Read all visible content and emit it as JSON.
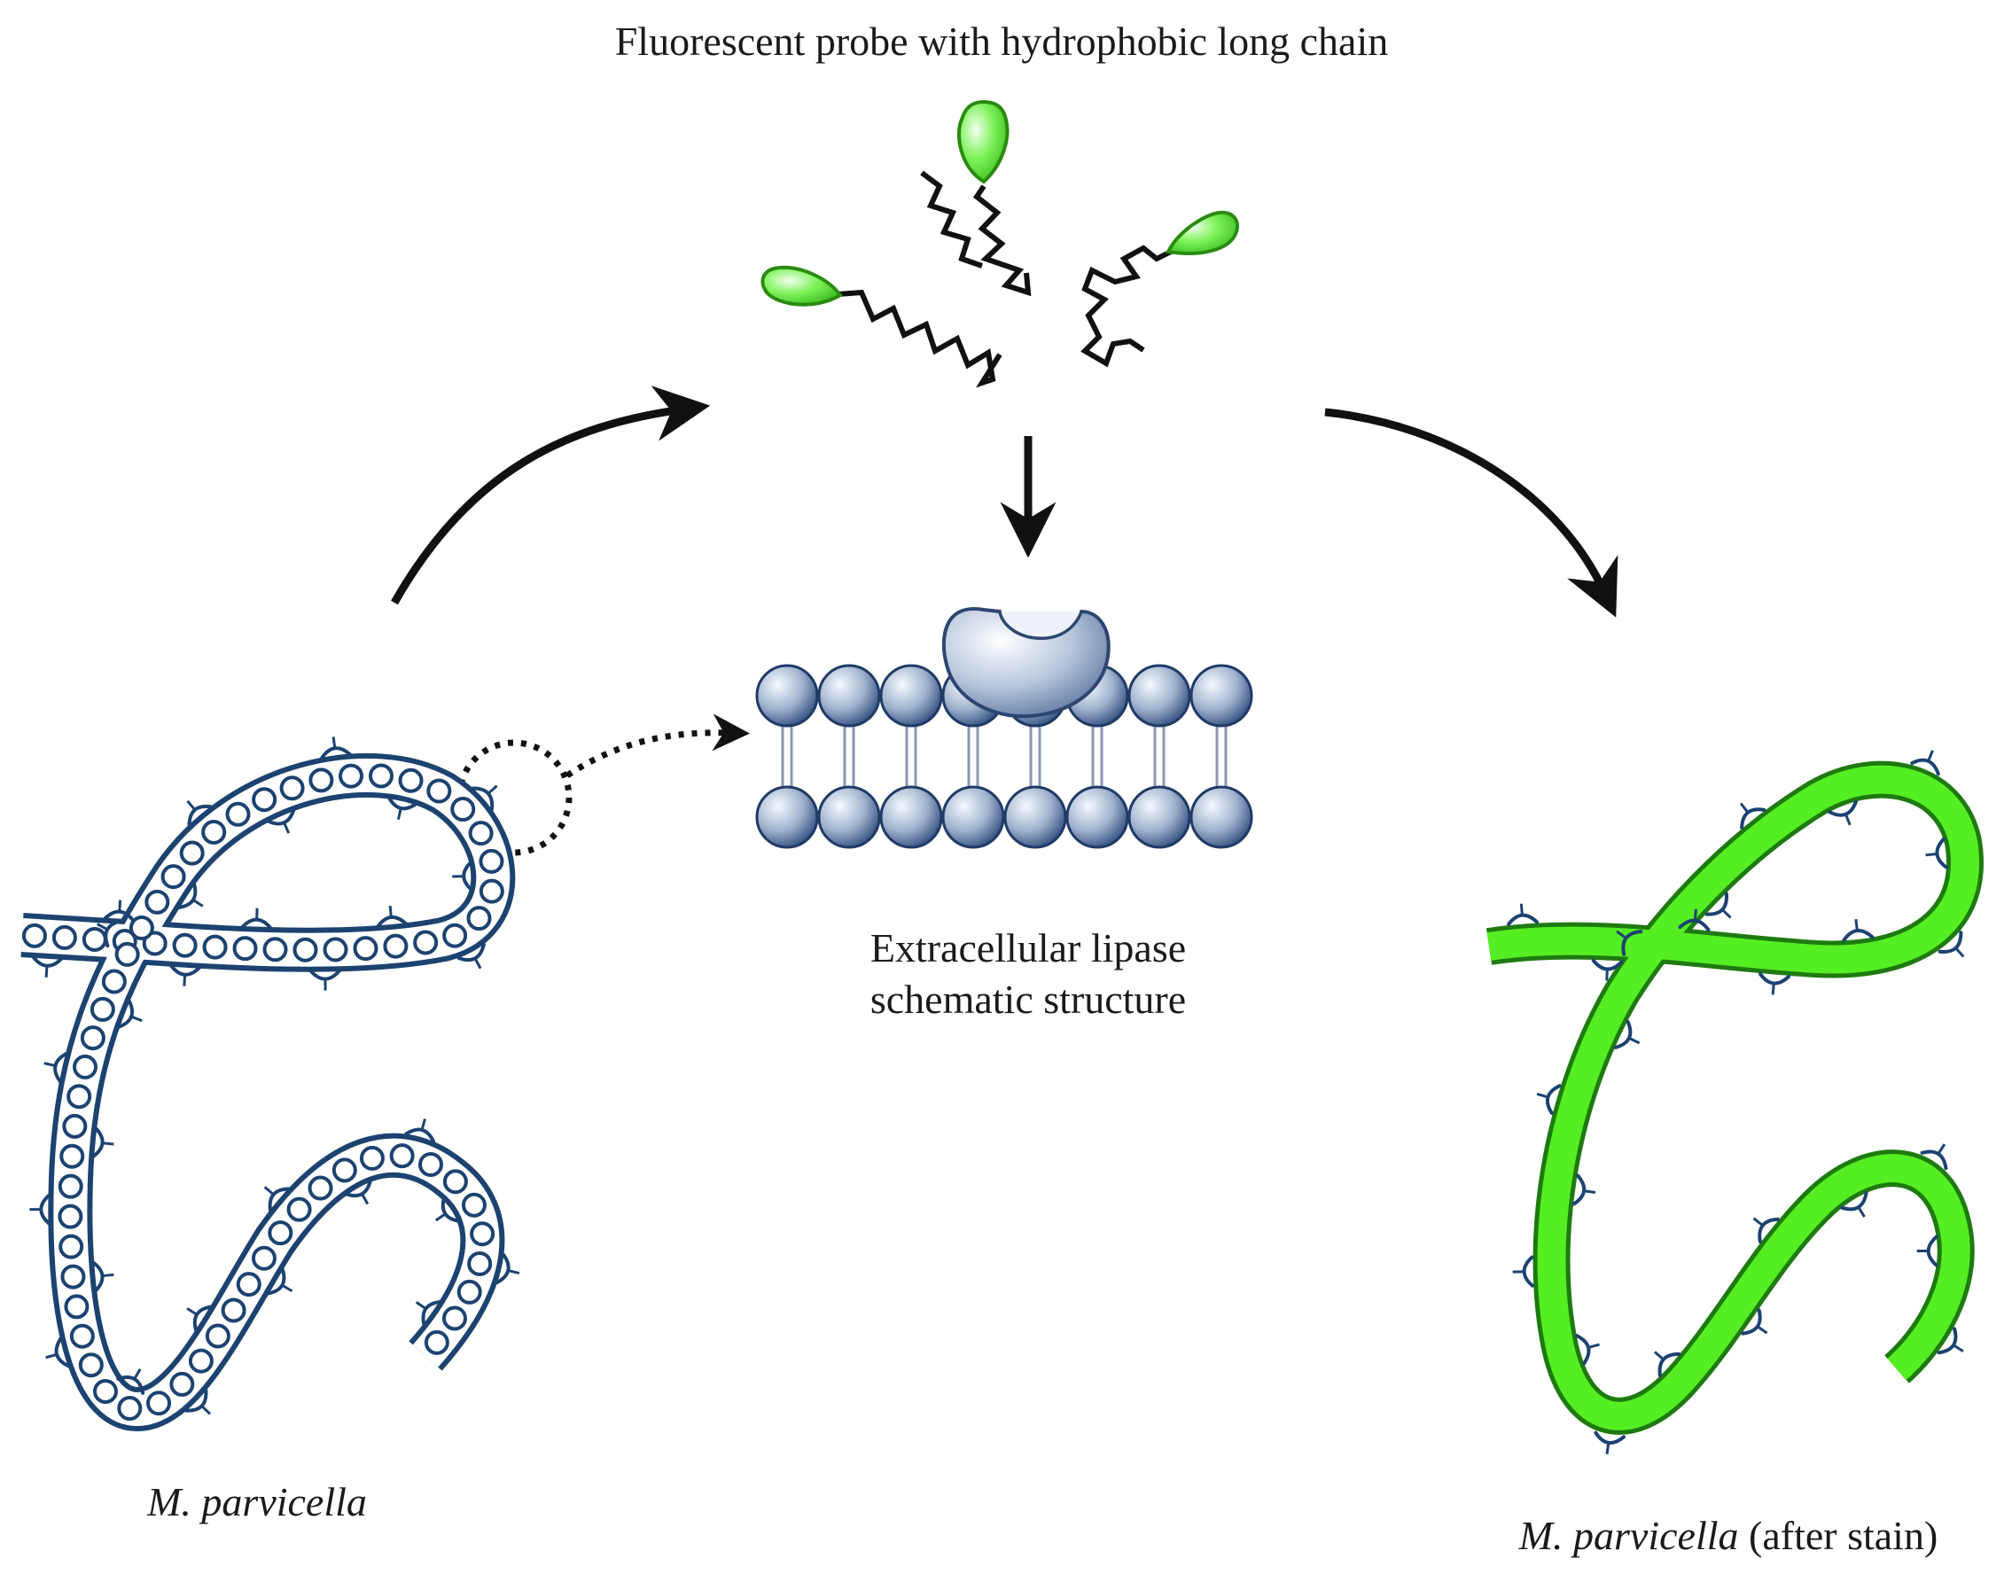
{
  "labels": {
    "probe_title": "Fluorescent probe with hydrophobic long chain",
    "lipase_line1": "Extracellular lipase",
    "lipase_line2": "schematic structure",
    "left_species": "M. parvicella",
    "right_species": "M. parvicella",
    "right_suffix": " (after stain)"
  },
  "colors": {
    "filament_blue": "#1c4270",
    "stain_green": "#55ee22",
    "probe_green": "#66ee33",
    "ink": "#111111",
    "sphere_light": "#f4f8ff",
    "sphere_dark": "#284678"
  },
  "icons": {
    "probe_head": "teardrop",
    "lipid_head": "sphere",
    "surface_receptor": "arc-cup",
    "lipase_enzyme": "pac-shape"
  }
}
